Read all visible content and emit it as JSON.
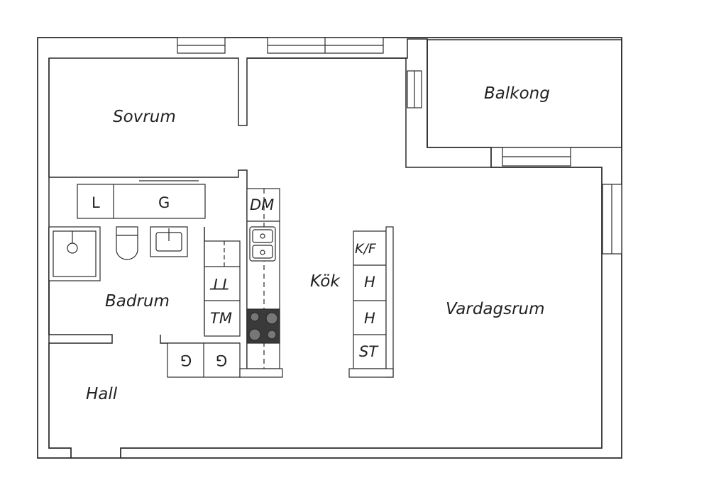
{
  "rooms": {
    "sovrum": "Sovrum",
    "balkong": "Balkong",
    "badrum": "Badrum",
    "kok": "Kök",
    "vardagsrum": "Vardagsrum",
    "hall": "Hall"
  },
  "fixtures": {
    "l": "L",
    "g_wardrobe": "G",
    "dm": "DM",
    "tt": "TT",
    "tm": "TM",
    "kf": "K/F",
    "h1": "H",
    "h2": "H",
    "st": "ST",
    "g_hall_1": "G",
    "g_hall_2": "G"
  },
  "colors": {
    "wall": "#ffffff",
    "line": "#2a2a2a",
    "stove": "#3a3a3a"
  }
}
